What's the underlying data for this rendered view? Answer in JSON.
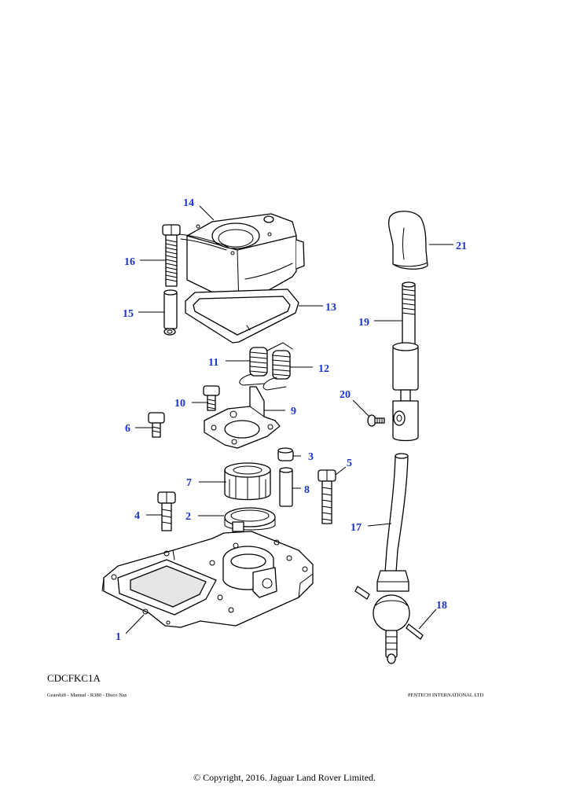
{
  "diagram": {
    "code": "CDCFKC1A",
    "subtitle": "Gearshift - Manual - R380 - Disco Nas",
    "company": "PENTECH INTERNATIONAL LTD",
    "copyright": "© Copyright, 2016. Jaguar Land Rover Limited.",
    "callout_color": "#1a33cc",
    "callouts": [
      "1",
      "2",
      "3",
      "4",
      "5",
      "6",
      "7",
      "8",
      "9",
      "10",
      "11",
      "12",
      "13",
      "14",
      "15",
      "16",
      "17",
      "18",
      "19",
      "20",
      "21"
    ]
  }
}
